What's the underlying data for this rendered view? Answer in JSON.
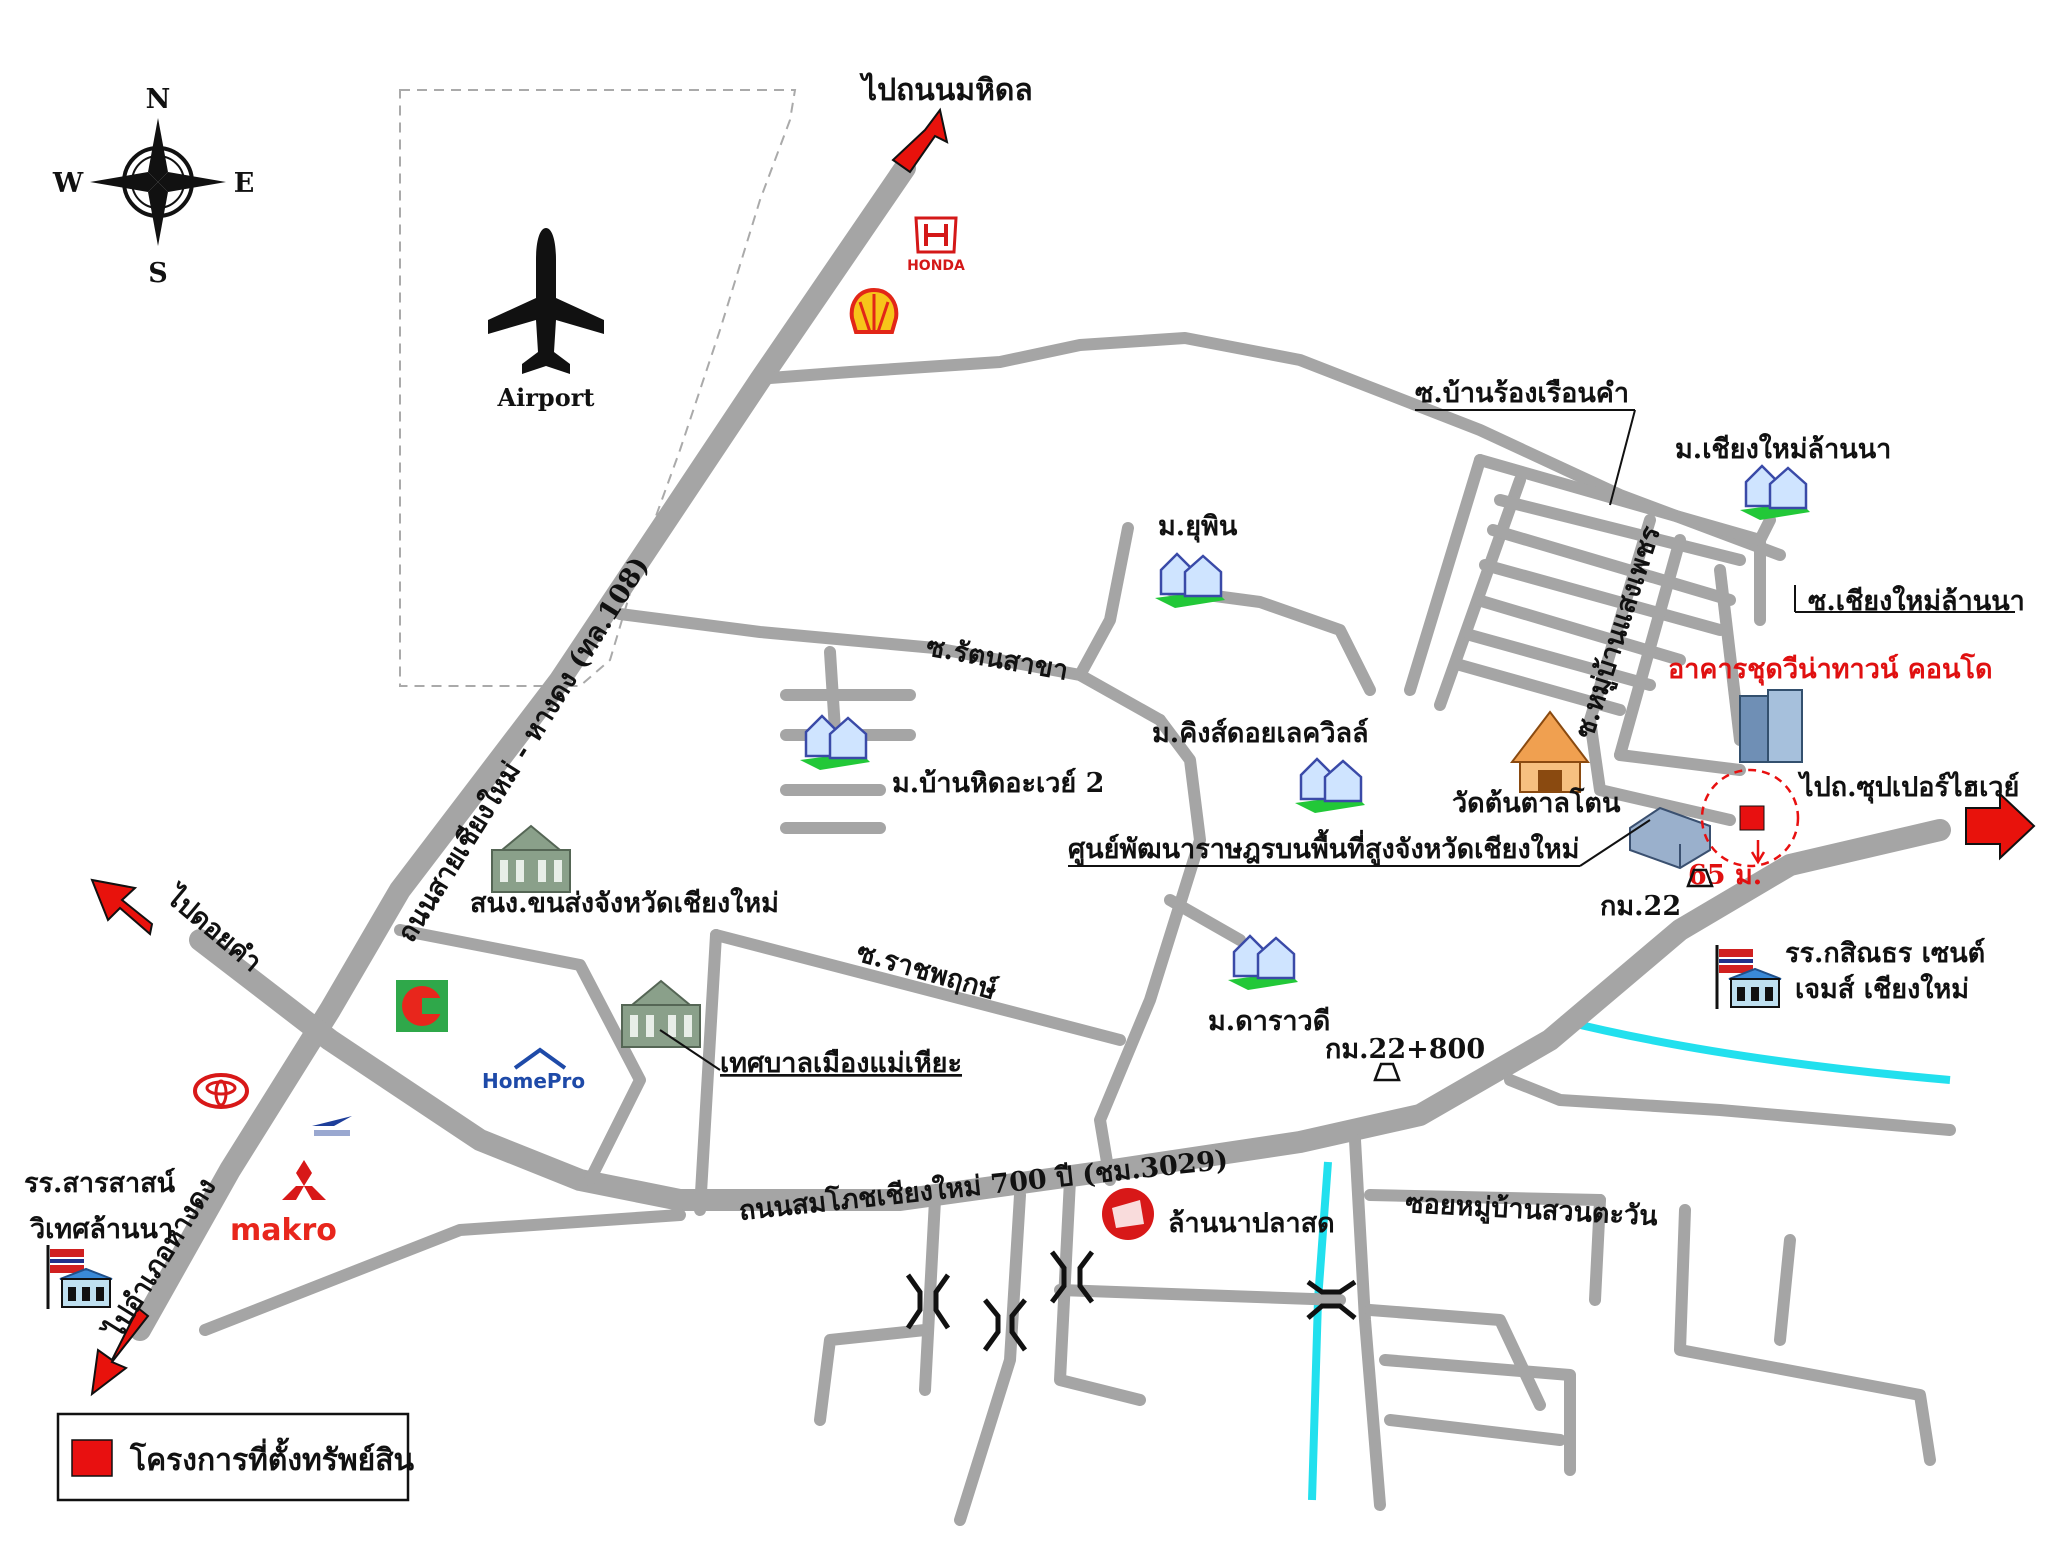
{
  "colors": {
    "road": "#a5a5a5",
    "arrow": "#e8120c",
    "canal": "#22e0ee",
    "site": "#e81010",
    "house_green": "#22c838",
    "accent_red": "#e01010"
  },
  "compass": {
    "n": "N",
    "s": "S",
    "e": "E",
    "w": "W"
  },
  "airport": {
    "label": "Airport"
  },
  "arrows": {
    "north": "ไปถนนมหิดล",
    "west": "ไปดอยคำ",
    "southwest": "ไปอำเภอหางดง",
    "east": "ไปถ.ซุปเปอร์ไฮเวย์"
  },
  "roads": {
    "main_diagonal": "ถนนสายเชียงใหม่ - หางดง (ทล.108)",
    "main_east": "ถนนสมโภชเชียงใหม่ 700 ปี (ชม.3029)",
    "soi_ban_rong_ruen_kham": "ซ.บ้านร้องเรือนคำ",
    "soi_rattanasakha": "ซ.รัตนสาขา",
    "soi_ratchaphruek": "ซ.ราชพฤกษ์",
    "soi_muban_saeng_phet": "ซ.หมู่บ้านแสงเพชร",
    "soi_chiangmai_lanna": "ซ.เชียงใหม่ล้านนา",
    "soi_suan_tawan": "ซอยหมู่บ้านสวนตะวัน"
  },
  "places": {
    "m_yuphin": "ม.ยุพิน",
    "m_chiangmai_lanna": "ม.เชียงใหม่ล้านนา",
    "m_ban_hideaway": "ม.บ้านหิดอะเวย์ 2",
    "m_kings_doilake": "ม.คิงส์ดอยเลควิลล์",
    "m_darawadi": "ม.ดาราวดี",
    "wat": "วัดต้นตาลโตน",
    "center": "ศูนย์พัฒนาราษฎรบนพื้นที่สูงจังหวัดเชียงใหม่",
    "transport": "สนง.ขนส่งจังหวัดเชียงใหม่",
    "municipality": "เทศบาลเมืองแม่เหียะ",
    "market": "ล้านนาปลาสด",
    "school_kinson": "รร.กสิณธร เซนต์",
    "school_kinson_2": "เจมส์ เชียงใหม่",
    "school_sarasas": "รร.สารสาสน์",
    "school_sarasas_2": "วิเทศล้านนา",
    "km22": "กม.22",
    "km22_800": "กม.22+800",
    "condo": "อาคารชุดวีน่าทาวน์ คอนโด",
    "distance": "65 ม."
  },
  "brands": {
    "honda": "HONDA",
    "homepro": "HomePro",
    "makro": "makro"
  },
  "legend": {
    "label": "โครงการที่ตั้งทรัพย์สิน"
  }
}
